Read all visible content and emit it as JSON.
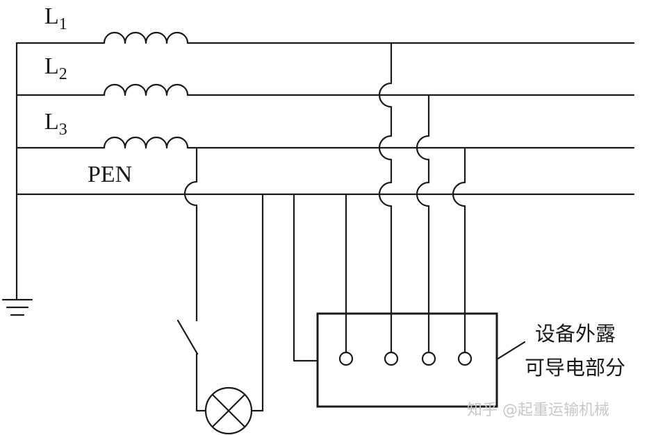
{
  "conductors": {
    "l1": {
      "letter": "L",
      "sub": "1"
    },
    "l2": {
      "letter": "L",
      "sub": "2"
    },
    "l3": {
      "letter": "L",
      "sub": "3"
    },
    "pen": "PEN"
  },
  "enclosure_label": [
    "设备外露",
    "可导电部分"
  ],
  "watermark": "知乎 @起重运输机械"
}
